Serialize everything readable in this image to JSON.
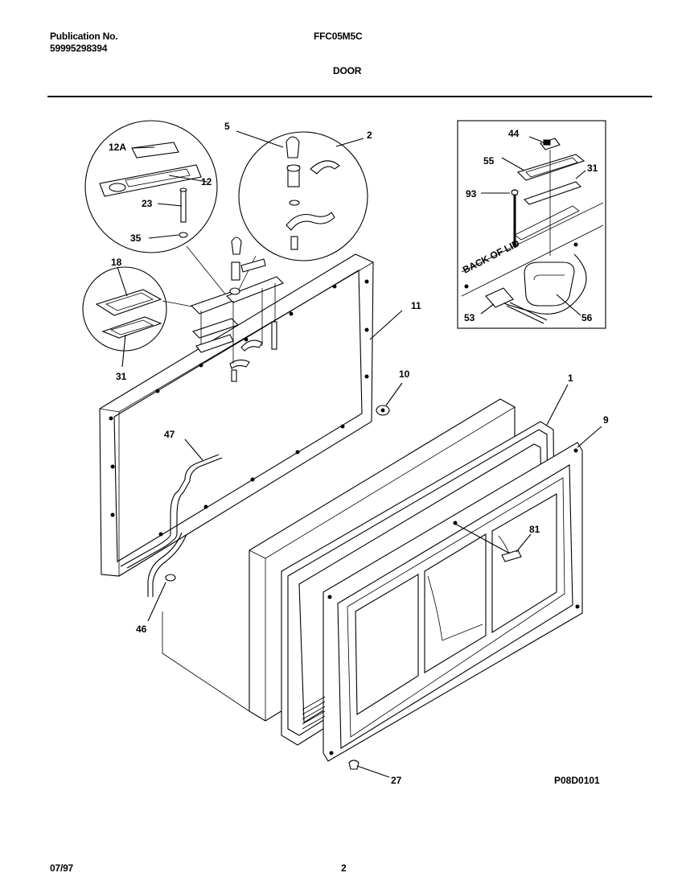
{
  "header": {
    "publication_label": "Publication No.",
    "publication_number": "59995298394",
    "model": "FFC05M5C",
    "section": "DOOR"
  },
  "callouts": {
    "c12a": "12A",
    "c12": "12",
    "c23": "23",
    "c35": "35",
    "c5": "5",
    "c2": "2",
    "c18": "18",
    "c31a": "31",
    "c11": "11",
    "c10": "10",
    "c1": "1",
    "c9": "9",
    "c47": "47",
    "c46": "46",
    "c81": "81",
    "c27": "27",
    "c44": "44",
    "c55": "55",
    "c31b": "31",
    "c93": "93",
    "c53": "53",
    "c56": "56"
  },
  "inset_text": "BACK OF LID",
  "figure_code": "P08D0101",
  "footer": {
    "date": "07/97",
    "page": "2"
  }
}
